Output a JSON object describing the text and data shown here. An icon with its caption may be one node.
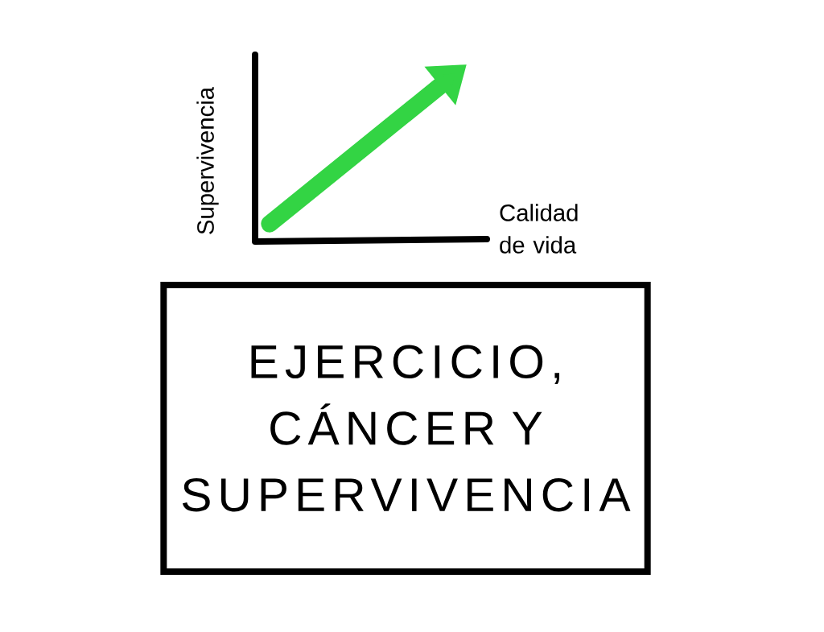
{
  "diagram": {
    "nodes": [
      {
        "text": [
          "EJERCICIO, CÁNCER Y SUPERVIVENCIA"
        ]
      }
    ],
    "labels": [
      "Supervivencia",
      "Calidad de vida"
    ]
  }
}
